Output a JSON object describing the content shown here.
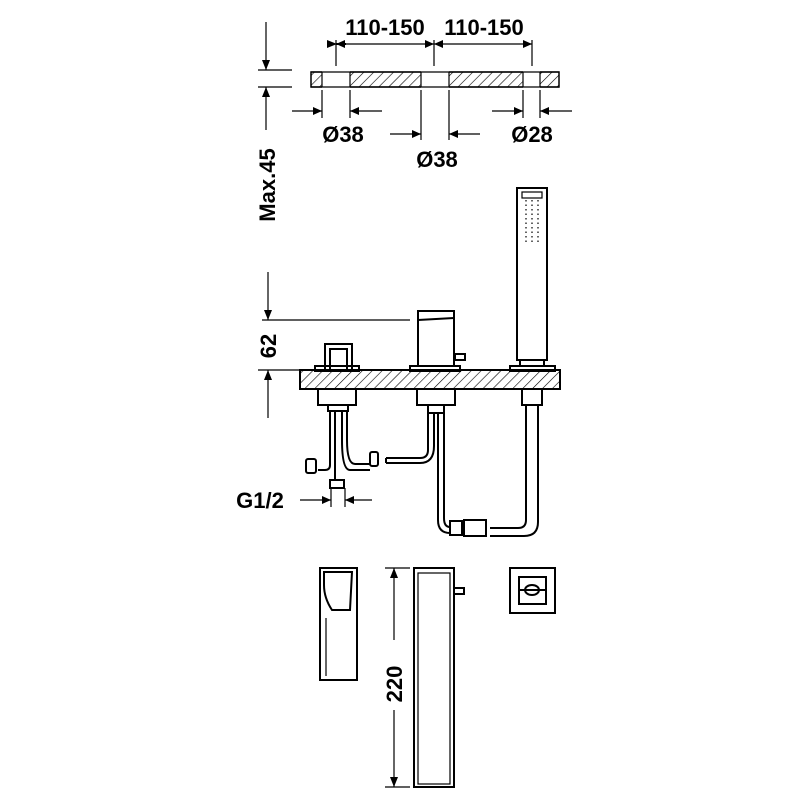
{
  "dimensions": {
    "spacing_left": "110-150",
    "spacing_right": "110-150",
    "hole_left": "Ø38",
    "hole_middle": "Ø38",
    "hole_right": "Ø28",
    "max_deck": "Max.45",
    "height_above_deck": "62",
    "connection": "G1/2",
    "spout_length": "220"
  },
  "colors": {
    "line": "#000000",
    "background": "#ffffff"
  }
}
